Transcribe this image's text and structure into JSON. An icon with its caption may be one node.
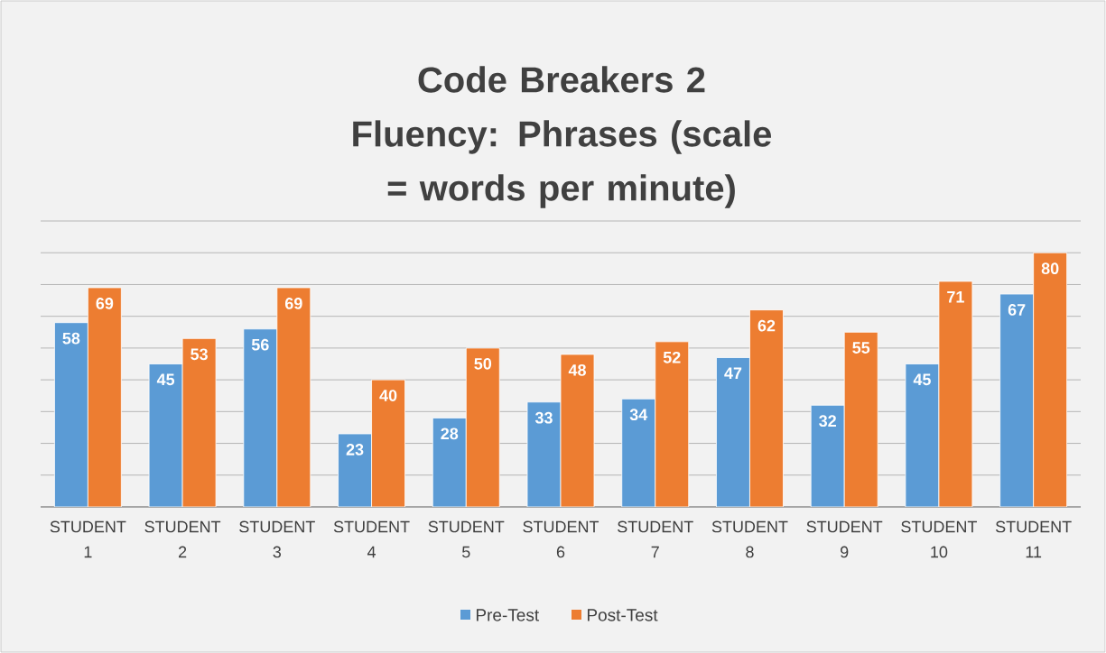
{
  "diagram": {
    "chart_data": {
      "type": "bar",
      "title": "Code Breakers 2 Fluency: Phrases (scale = words per minute)",
      "categories": [
        "STUDENT 1",
        "STUDENT 2",
        "STUDENT 3",
        "STUDENT 4",
        "STUDENT 5",
        "STUDENT 6",
        "STUDENT 7",
        "STUDENT 8",
        "STUDENT 9",
        "STUDENT 10",
        "STUDENT 11"
      ],
      "series": [
        {
          "name": "Pre-Test",
          "color": "#5b9bd5",
          "values": [
            58,
            45,
            56,
            23,
            28,
            33,
            34,
            47,
            32,
            45,
            67
          ]
        },
        {
          "name": "Post-Test",
          "color": "#ed7d31",
          "values": [
            69,
            53,
            69,
            40,
            50,
            48,
            52,
            62,
            55,
            71,
            80
          ]
        }
      ],
      "ylim": [
        0,
        90
      ],
      "data_labels": true,
      "legend": "bottom"
    }
  }
}
